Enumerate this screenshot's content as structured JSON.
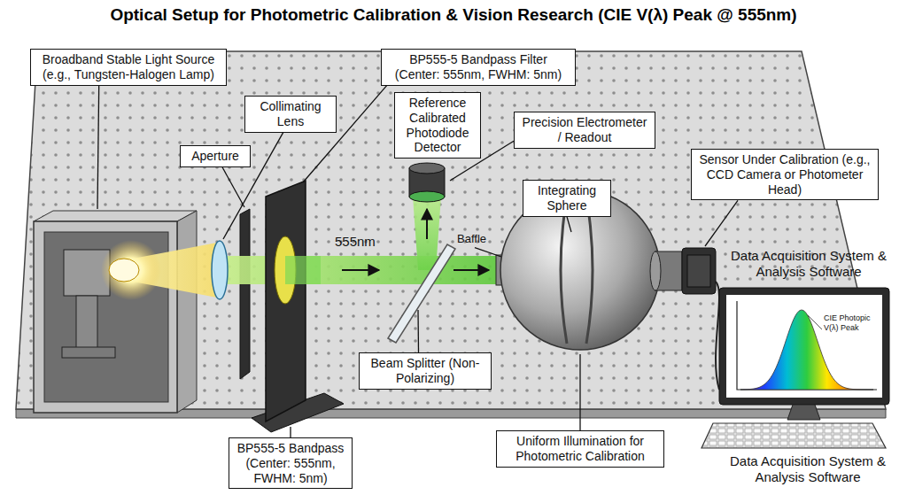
{
  "diagram": {
    "title": "Optical Setup for Photometric Calibration & Vision Research (CIE V(λ) Peak @ 555nm)",
    "nodes": [
      {
        "text": [
          "Broadband Stable Light Source (e.g., Tungsten-Halogen Lamp)"
        ]
      },
      {
        "text": [
          "Aperture"
        ]
      },
      {
        "text": [
          "Collimating Lens"
        ]
      },
      {
        "text": [
          "BP555-5 Bandpass Filter (Center: 555nm, FWHM: 5nm)"
        ]
      },
      {
        "text": [
          "Reference Calibrated Photodiode Detector"
        ]
      },
      {
        "text": [
          "Precision Electrometer / Readout"
        ]
      },
      {
        "text": [
          "Integrating Sphere"
        ]
      },
      {
        "text": [
          "Sensor Under Calibration (e.g., CCD Camera or Photometer Head)"
        ]
      },
      {
        "text": [
          "Beam Splitter (Non-Polarizing)"
        ]
      },
      {
        "text": [
          "BP555-5 Bandpass (Center: 555nm, FWHM: 5nm)"
        ]
      },
      {
        "text": [
          "Uniform Illumination for Photometric Calibration"
        ]
      }
    ],
    "labels": [
      "555nm",
      "Baffle",
      "Data Acquisition System & Analysis Software",
      "CIE Photopic V(λ) Peak",
      "Data Acquisition System & Analysis Software"
    ]
  }
}
